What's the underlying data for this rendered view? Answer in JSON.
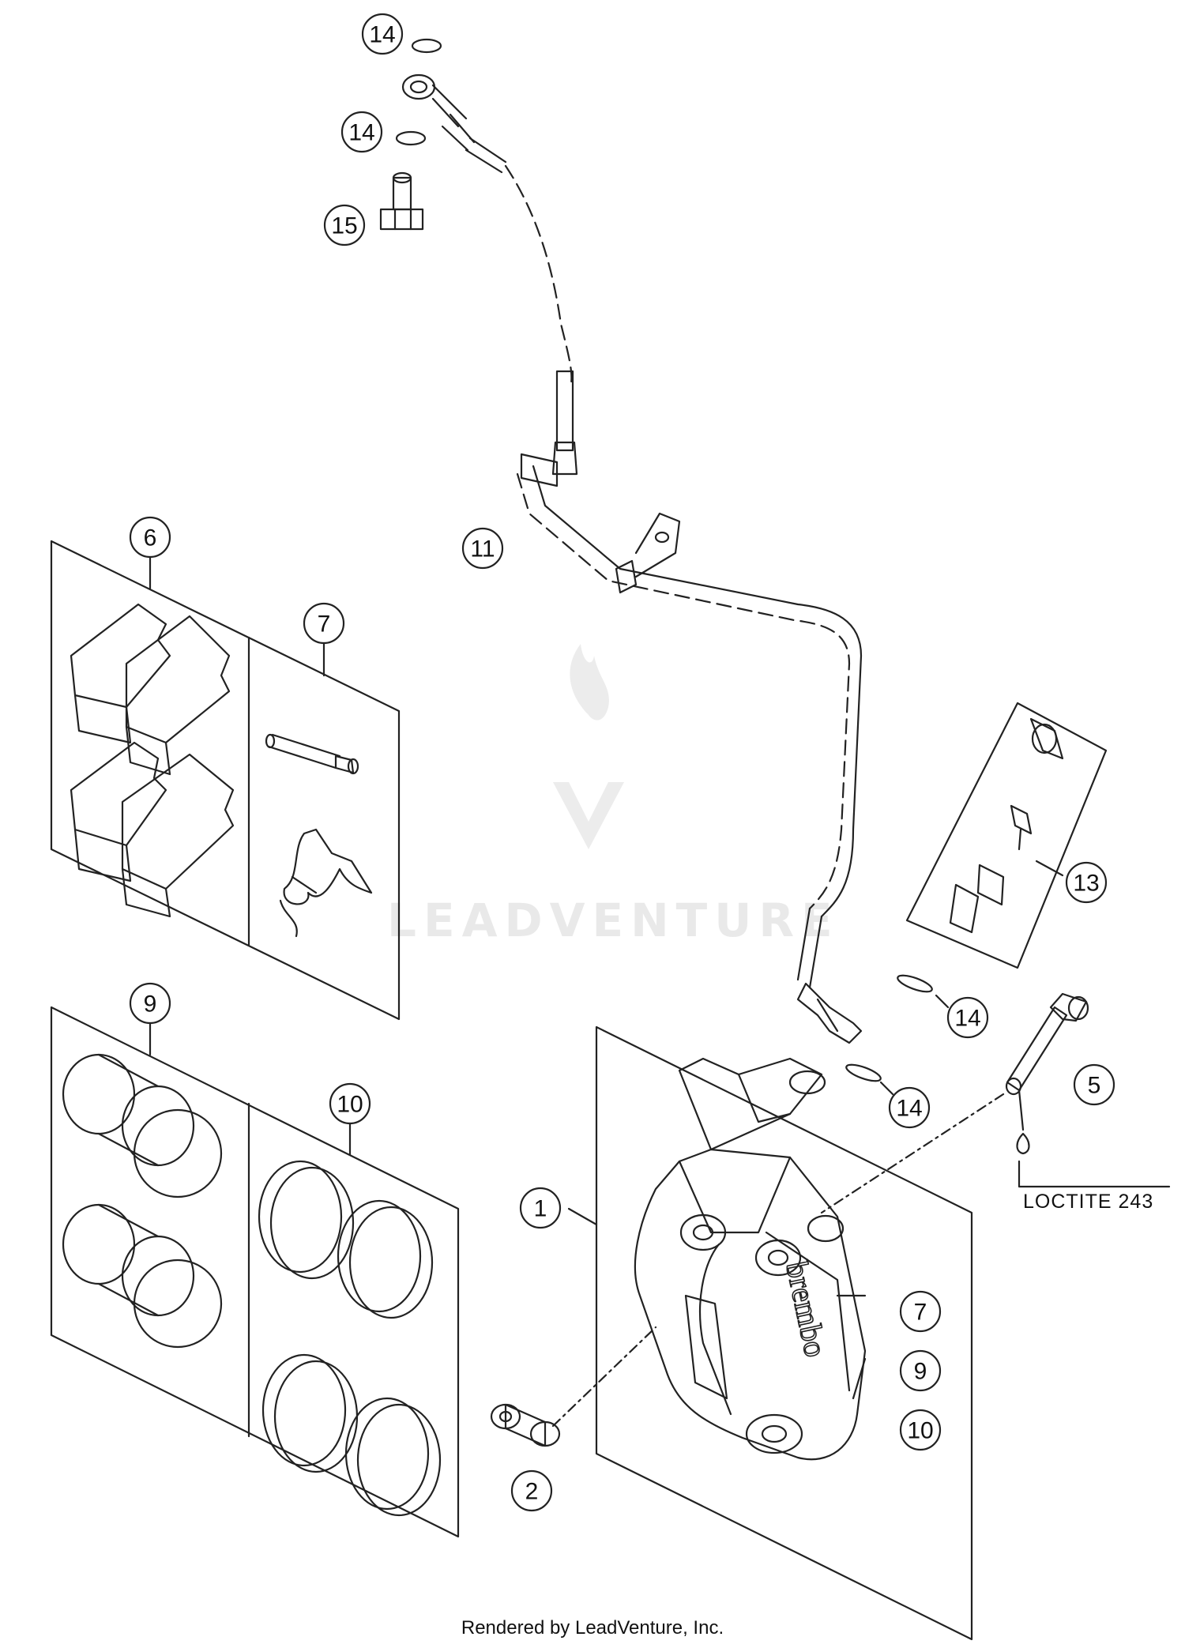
{
  "callouts": {
    "c1": "1",
    "c2": "2",
    "c5": "5",
    "c6": "6",
    "c7": "7",
    "c9": "9",
    "c10": "10",
    "c11": "11",
    "c13": "13",
    "c14a": "14",
    "c14b": "14",
    "c14c": "14",
    "c14d": "14",
    "c15": "15",
    "inc7": "7",
    "inc9": "9",
    "inc10": "10"
  },
  "notes": {
    "loctite": "LOCTITE 243"
  },
  "watermark": {
    "text": "LEADVENTURE"
  },
  "footer": {
    "text": "Rendered by LeadVenture, Inc."
  }
}
